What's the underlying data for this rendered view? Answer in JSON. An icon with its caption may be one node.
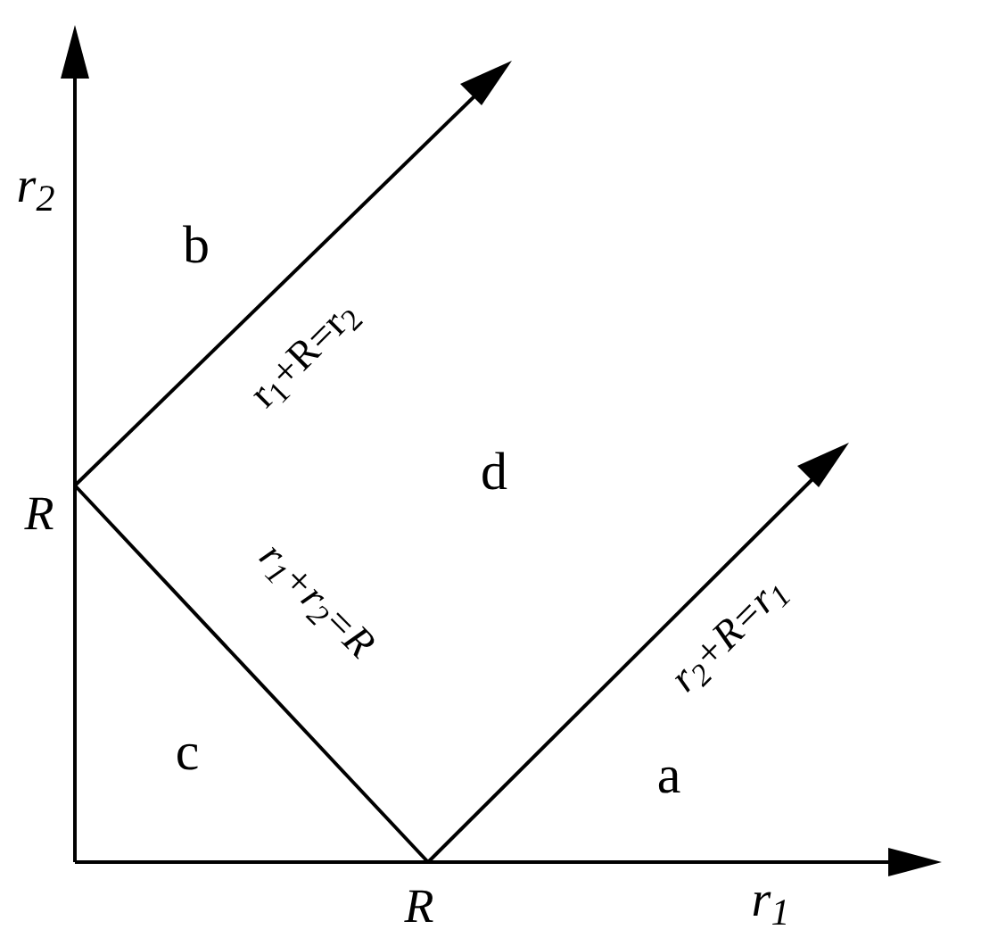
{
  "diagram": {
    "labels": [
      "r$_{2}$",
      "b",
      "r$_{1}$+R=r$_{2}$",
      "d",
      "R",
      "r$_{1}$+r$_{2}$=R",
      "r$_{2}$+R=r$_{1}$",
      "c",
      "a",
      "R",
      "r$_{1}$"
    ]
  }
}
